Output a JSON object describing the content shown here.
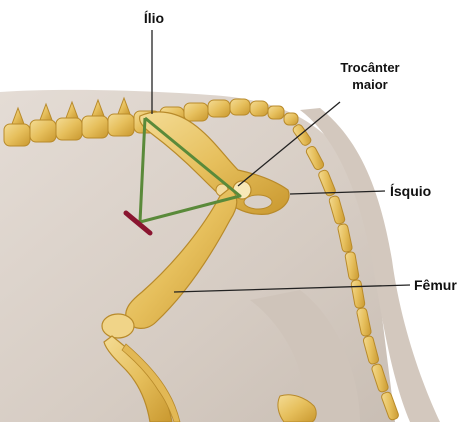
{
  "labels": {
    "ilio": "Ílio",
    "trocanter_line1": "Trocânter",
    "trocanter_line2": "maior",
    "isquio": "Ísquio",
    "femur": "Fêmur"
  },
  "colors": {
    "background": "#ffffff",
    "fur": "#d9d0c8",
    "bone": "#e8c46a",
    "bone_dark": "#b88a2a",
    "triangle": "#5a8a3a",
    "marker": "#8a1530",
    "leader": "#222222"
  }
}
